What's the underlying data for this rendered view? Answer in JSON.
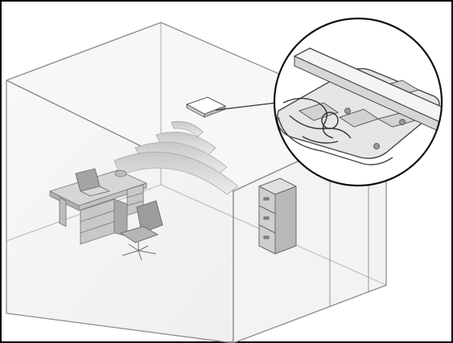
{
  "figure": {
    "room": "transparent-room",
    "ceiling_device": "ceiling-mounted-access-point",
    "signal_arcs": 4,
    "inset": "magnified-device-wiring-detail",
    "furniture": [
      "office-desk",
      "laptop",
      "office-chair",
      "filing-cabinet"
    ]
  },
  "colors": {
    "border": "#000000",
    "room_line": "#8c8c8c",
    "wall_fill": "#ececec",
    "signal": "#b8b8b8",
    "furniture": "#bfbfbf",
    "ink": "#4a4a4a"
  }
}
